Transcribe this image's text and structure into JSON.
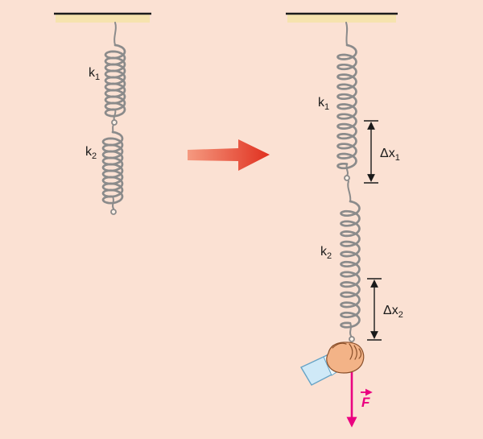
{
  "figure": {
    "colors": {
      "bg": "#fbe1d3",
      "ceiling": "#f6e3ae",
      "spring": "#8b8b8b",
      "transform": "#e0301f",
      "force": "#ea0080",
      "sleeve": "#cfe9f7",
      "skin": "#f3b387"
    },
    "left": {
      "k1": {
        "base": "k",
        "sub": "1"
      },
      "k2": {
        "base": "k",
        "sub": "2"
      }
    },
    "right": {
      "k1": {
        "base": "k",
        "sub": "1"
      },
      "k2": {
        "base": "k",
        "sub": "2"
      },
      "dx1": {
        "base": "Δx",
        "sub": "1"
      },
      "dx2": {
        "base": "Δx",
        "sub": "2"
      },
      "force": "F"
    }
  }
}
